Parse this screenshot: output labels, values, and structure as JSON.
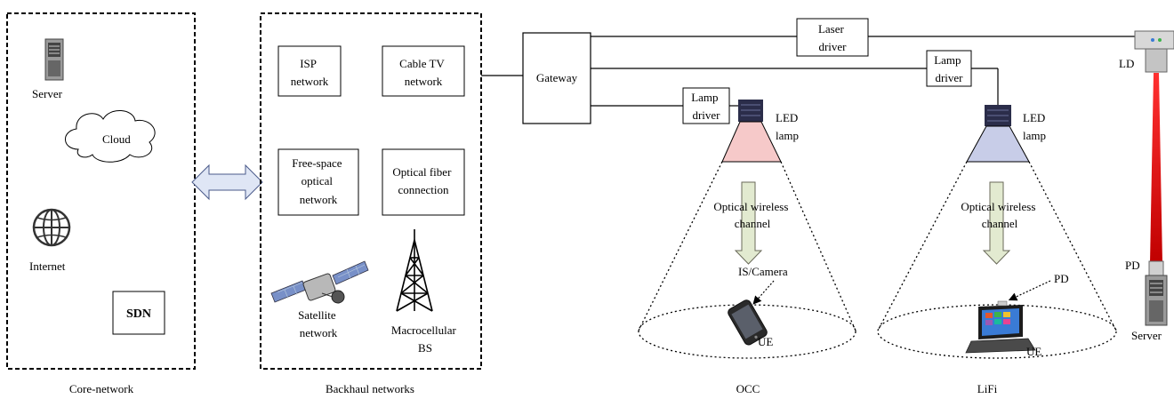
{
  "core": {
    "caption": "Core-network",
    "server": "Server",
    "cloud": "Cloud",
    "internet": "Internet",
    "sdn": "SDN"
  },
  "backhaul": {
    "caption": "Backhaul networks",
    "isp": [
      "ISP",
      "network"
    ],
    "cable": [
      "Cable TV",
      "network"
    ],
    "fso": [
      "Free-space",
      "optical",
      "network"
    ],
    "fiber": [
      "Optical fiber",
      "connection"
    ],
    "satellite": [
      "Satellite",
      "network"
    ],
    "macro": [
      "Macrocellular",
      "BS"
    ]
  },
  "gateway": "Gateway",
  "laser_driver": [
    "Laser",
    "driver"
  ],
  "lamp_driver": [
    "Lamp",
    "driver"
  ],
  "ld": "LD",
  "pd": "PD",
  "server_right": "Server",
  "occ": {
    "led": [
      "LED",
      "lamp"
    ],
    "channel": [
      "Optical wireless",
      "channel"
    ],
    "sensor": "IS/Camera",
    "ue": "UE",
    "caption": "OCC"
  },
  "lifi": {
    "led": [
      "LED",
      "lamp"
    ],
    "channel": [
      "Optical wireless",
      "channel"
    ],
    "pd": "PD",
    "ue": "UE",
    "caption": "LiFi"
  },
  "colors": {
    "arrow_fill": "#dfe6f5",
    "cone_occ": "#f6c9c9",
    "cone_lifi": "#c8cde8",
    "channel_arrow": "#e2ead0",
    "laser_beam": "#e02020"
  }
}
